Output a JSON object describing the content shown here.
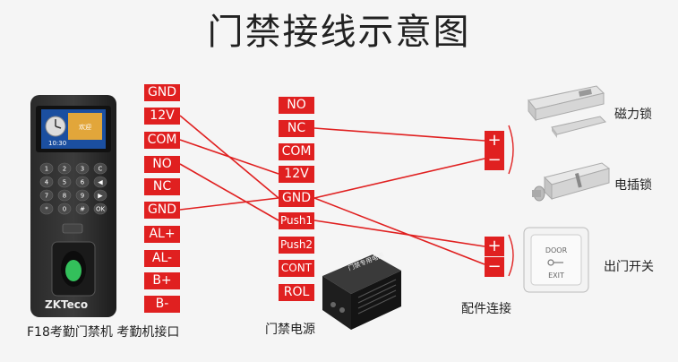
{
  "title": "门禁接线示意图",
  "terminal_left": [
    "GND",
    "12V",
    "COM",
    "NO",
    "NC",
    "GND",
    "AL+",
    "AL-",
    "B+",
    "B-"
  ],
  "terminal_power": [
    "NO",
    "NC",
    "COM",
    "12V",
    "GND",
    "Push1",
    "Push2",
    "CONT",
    "ROL"
  ],
  "polarity": {
    "plus": "+",
    "minus": "−"
  },
  "devices": {
    "device_caption": "F18考勤门禁机 考勤机接口",
    "power_caption": "门禁电源",
    "accessory_caption": "配件连接",
    "mag_lock": "磁力锁",
    "bolt_lock": "电插锁",
    "exit_button": "出门开关"
  },
  "keypad": [
    "1",
    "2",
    "3",
    "C",
    "4",
    "5",
    "6",
    "◀",
    "7",
    "8",
    "9",
    "▶",
    "*",
    "0",
    "#",
    "OK"
  ],
  "screen": {
    "time": "10:30",
    "text": "欢迎"
  },
  "brand": "ZKTeco",
  "exit_plate": {
    "top": "DOOR",
    "bottom": "EXIT"
  },
  "psu_label": "门禁专用电源",
  "colors": {
    "accent": "#e02020",
    "line": "#e02020"
  }
}
